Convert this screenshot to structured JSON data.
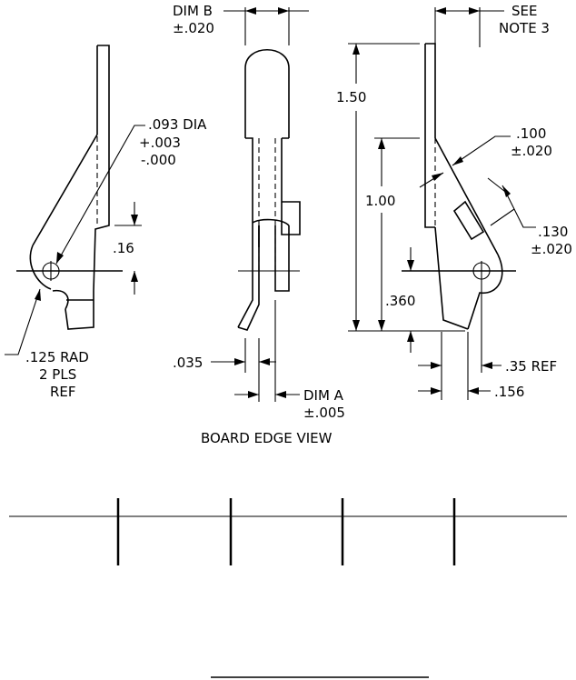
{
  "labels": {
    "dim_b": "DIM B",
    "dim_b_tol": "±.020",
    "see": "SEE",
    "note3": "NOTE 3",
    "dia": ".093 DIA",
    "dia_tol_plus": "+.003",
    "dia_tol_minus": "-.000",
    "d16": ".16",
    "rad": ".125 RAD",
    "pls": "2 PLS",
    "ref": "REF",
    "d035": ".035",
    "dim_a": "DIM A",
    "dim_a_tol": "±.005",
    "view_title": "BOARD EDGE VIEW",
    "d150": "1.50",
    "d100": "1.00",
    "d360": ".360",
    "d0100": ".100",
    "d0100_tol": "±.020",
    "d0130": ".130",
    "d0130_tol": "±.020",
    "d035ref": ".35 REF",
    "d156": ".156"
  }
}
